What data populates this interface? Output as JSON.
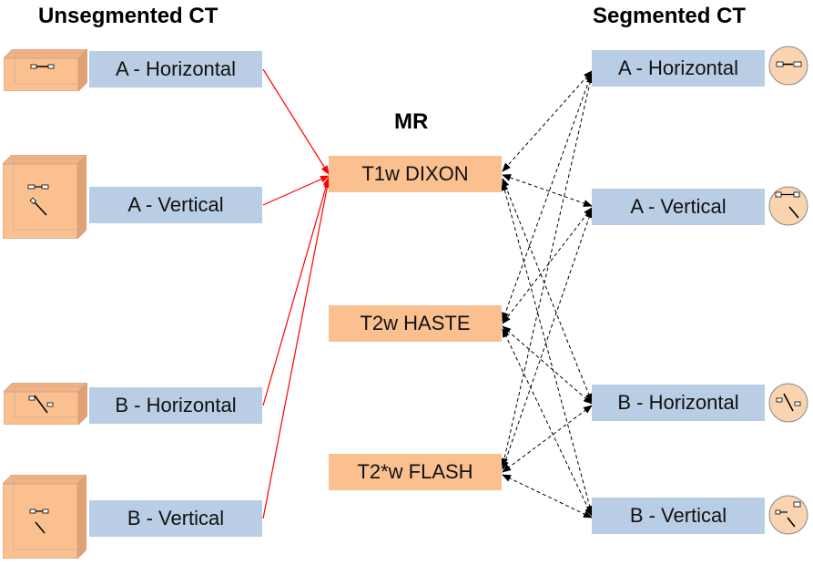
{
  "headings": {
    "unsegmented": "Unsegmented CT",
    "mr": "MR",
    "segmented": "Segmented CT"
  },
  "unsegmented": [
    {
      "label": "A - Horizontal"
    },
    {
      "label": "A - Vertical"
    },
    {
      "label": "B - Horizontal"
    },
    {
      "label": "B - Vertical"
    }
  ],
  "mr": [
    {
      "label": "T1w DIXON"
    },
    {
      "label": "T2w HASTE"
    },
    {
      "label": "T2*w FLASH"
    }
  ],
  "segmented": [
    {
      "label": "A - Horizontal"
    },
    {
      "label": "A - Vertical"
    },
    {
      "label": "B - Horizontal"
    },
    {
      "label": "B - Vertical"
    }
  ],
  "colors": {
    "ct_box": "#b9cde5",
    "mr_box": "#fac090",
    "cube": "#fac090",
    "red_arrow": "#ff0000",
    "dashed_arrow": "#000000"
  },
  "edges": {
    "red_solid": [
      [
        "unsegmented.0",
        "mr.0"
      ],
      [
        "unsegmented.1",
        "mr.0"
      ],
      [
        "unsegmented.2",
        "mr.0"
      ],
      [
        "unsegmented.3",
        "mr.0"
      ]
    ],
    "black_dashed_bidirectional": [
      [
        "segmented.0",
        "mr.0"
      ],
      [
        "segmented.0",
        "mr.1"
      ],
      [
        "segmented.0",
        "mr.2"
      ],
      [
        "segmented.1",
        "mr.0"
      ],
      [
        "segmented.1",
        "mr.1"
      ],
      [
        "segmented.1",
        "mr.2"
      ],
      [
        "segmented.2",
        "mr.0"
      ],
      [
        "segmented.2",
        "mr.1"
      ],
      [
        "segmented.2",
        "mr.2"
      ],
      [
        "segmented.3",
        "mr.0"
      ],
      [
        "segmented.3",
        "mr.1"
      ],
      [
        "segmented.3",
        "mr.2"
      ]
    ]
  },
  "icons": {
    "unsegmented": [
      "cube-horizontal-icon",
      "cube-vertical-icon",
      "cube-horizontal-icon",
      "cube-vertical-icon"
    ],
    "segmented": [
      "disc-horizontal-icon",
      "disc-vertical-icon",
      "disc-horizontal-icon",
      "disc-vertical-icon"
    ]
  }
}
